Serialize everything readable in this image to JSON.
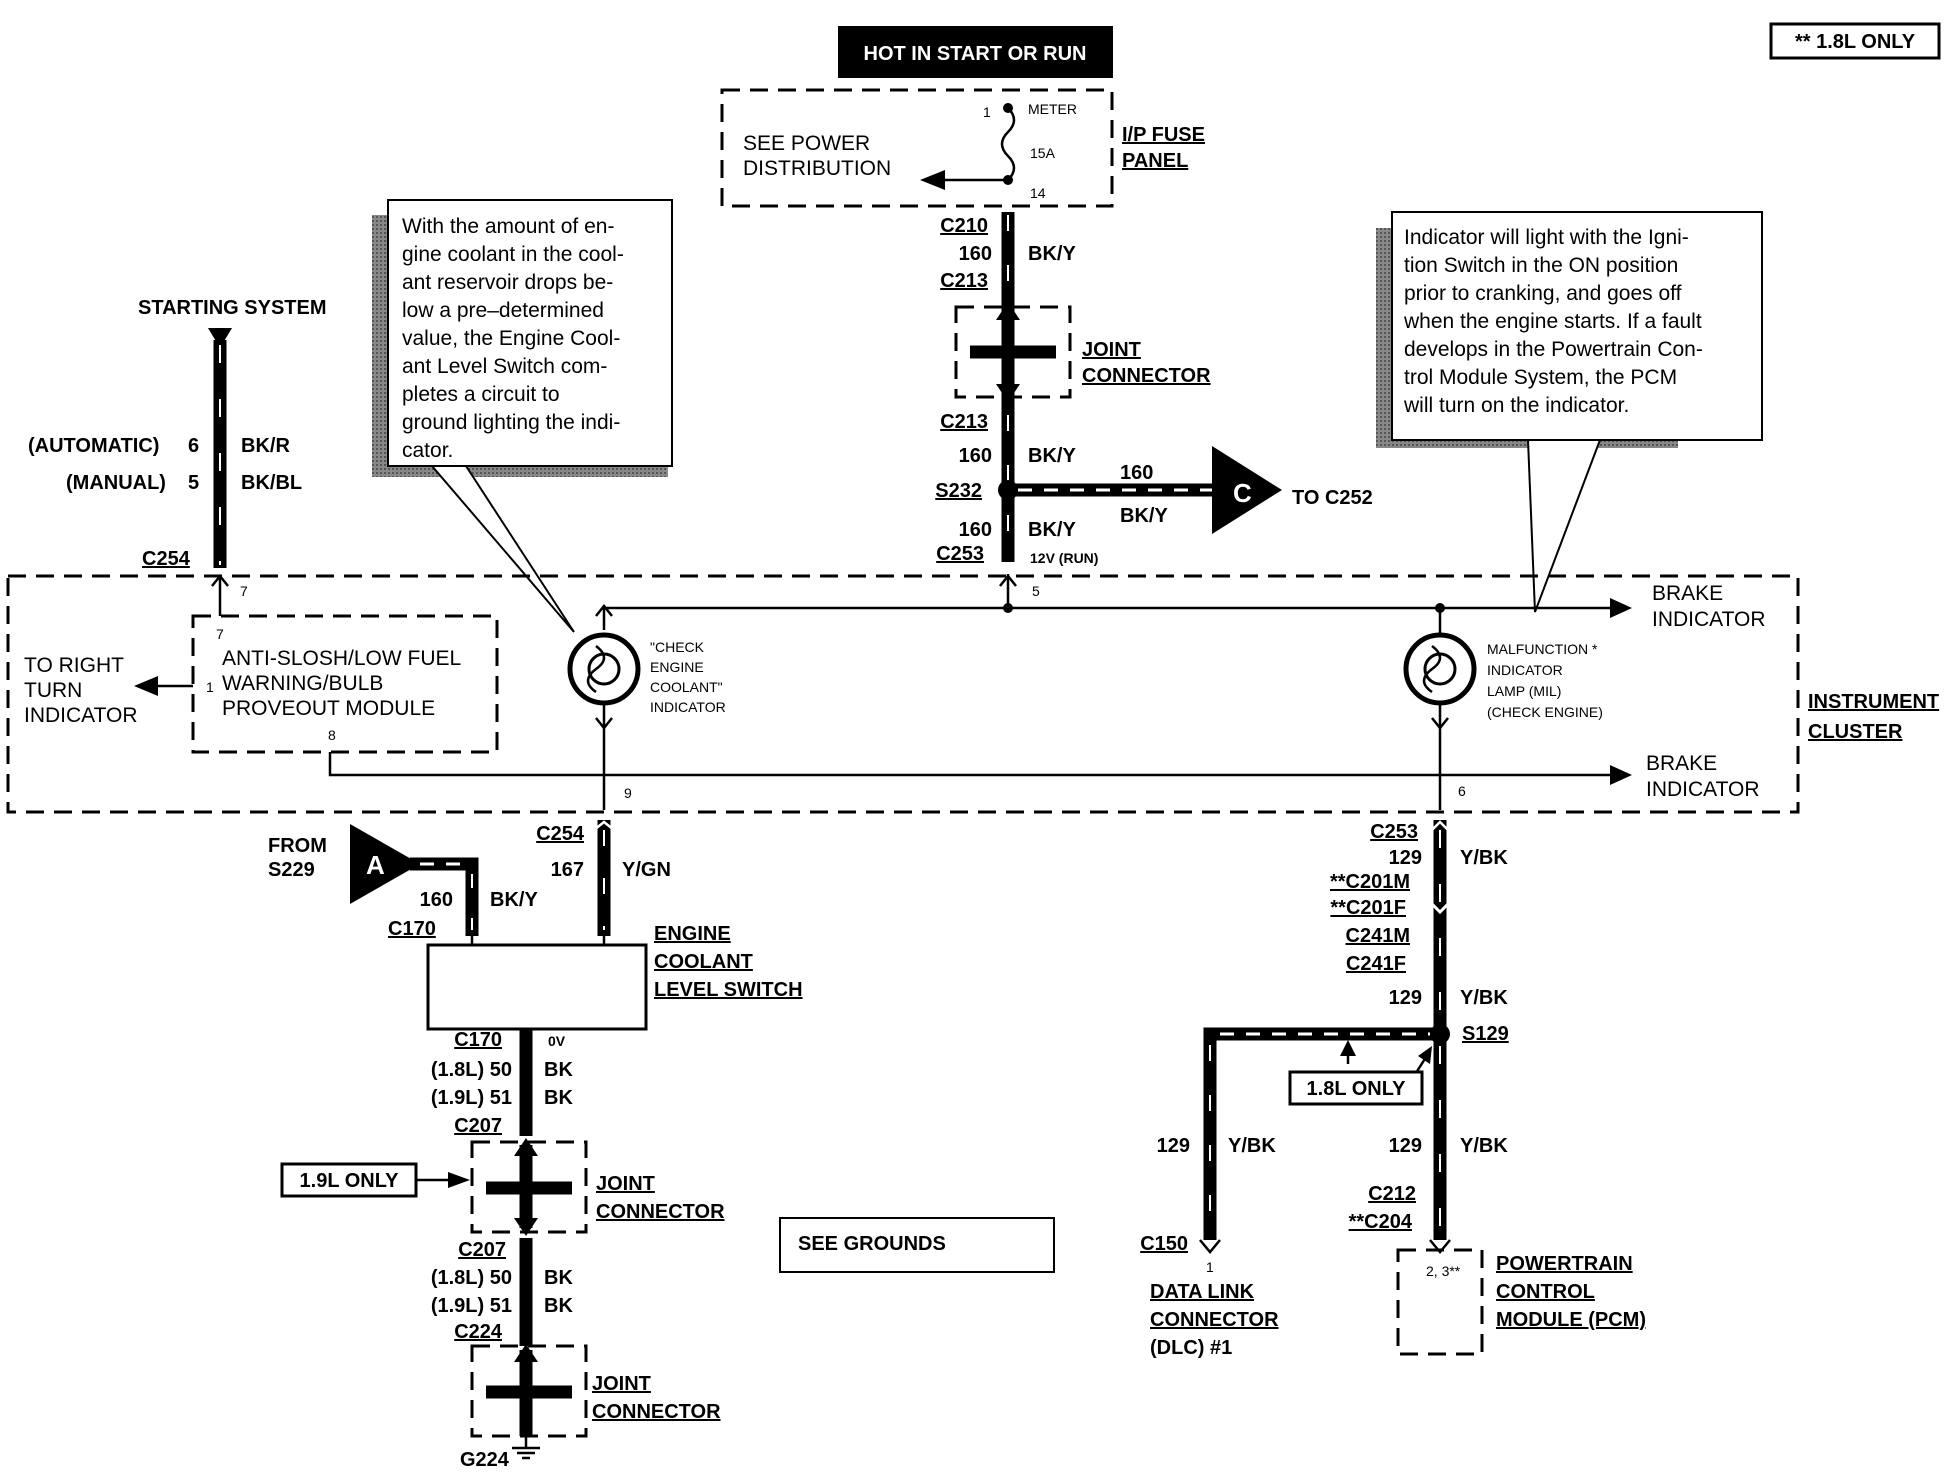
{
  "header": {
    "hot_label": "HOT IN START OR RUN",
    "note": "** 1.8L ONLY"
  },
  "fuse_panel": {
    "see_power": "SEE POWER",
    "distribution": "DISTRIBUTION",
    "meter": "METER",
    "amps": "15A",
    "pin_in": "1",
    "pin_out": "14",
    "title_1": "I/P FUSE",
    "title_2": "PANEL"
  },
  "center_column": {
    "c210": "C210",
    "c213a": "C213",
    "c213b": "C213",
    "w1_num": "160",
    "w1_color": "BK/Y",
    "w2_num": "160",
    "w2_color": "BK/Y",
    "w3_num": "160",
    "w3_color": "BK/Y",
    "s232": "S232",
    "c253": "C253",
    "v12": "12V (RUN)",
    "pin5": "5",
    "branch_num": "160",
    "branch_color": "BK/Y",
    "c_marker": "C",
    "to_c252": "TO C252",
    "joint_1": "JOINT",
    "joint_2": "CONNECTOR"
  },
  "notes": {
    "coolant_note": [
      "With the amount of en-",
      "gine coolant in the cool-",
      "ant reservoir drops be-",
      "low a pre–determined",
      "value, the Engine Cool-",
      "ant Level Switch com-",
      "pletes  a  circuit  to",
      "ground lighting the indi-",
      "cator."
    ],
    "mil_note": [
      "Indicator will light with the Igni-",
      "tion Switch in the ON position",
      "prior to cranking, and goes off",
      "when the engine starts. If a fault",
      "develops in the Powertrain Con-",
      "trol Module System, the PCM",
      "will turn on the indicator."
    ]
  },
  "starting": {
    "label": "STARTING SYSTEM",
    "automatic": "(AUTOMATIC)",
    "auto_pin": "6",
    "auto_color": "BK/R",
    "manual": "(MANUAL)",
    "man_pin": "5",
    "man_color": "BK/BL",
    "c254": "C254",
    "pin7a": "7",
    "pin7b": "7"
  },
  "cluster": {
    "title_1": "INSTRUMENT",
    "title_2": "CLUSTER",
    "module": [
      "ANTI-SLOSH/LOW FUEL",
      "WARNING/BULB",
      "PROVEOUT MODULE"
    ],
    "module_pin1": "1",
    "module_pin8": "8",
    "to_right": [
      "TO RIGHT",
      "TURN",
      "INDICATOR"
    ],
    "check_lamp": [
      "\"CHECK",
      "ENGINE",
      "COOLANT\"",
      "INDICATOR"
    ],
    "mil_lamp": [
      "MALFUNCTION *",
      "INDICATOR",
      "LAMP (MIL)",
      "(CHECK ENGINE)"
    ],
    "brake_top": [
      "BRAKE",
      "INDICATOR"
    ],
    "brake_bottom": [
      "BRAKE",
      "INDICATOR"
    ],
    "pin9": "9",
    "pin6": "6"
  },
  "left_lower": {
    "from": "FROM",
    "s229": "S229",
    "a_marker": "A",
    "c254": "C254",
    "w167": "167",
    "w167_color": "Y/GN",
    "w160": "160",
    "w160_color": "BK/Y",
    "c170_top": "C170",
    "switch": [
      "ENGINE",
      "COOLANT",
      "LEVEL SWITCH"
    ],
    "c170_bot": "C170",
    "ov": "0V",
    "l18a": "(1.8L) 50",
    "l18a_color": "BK",
    "l19a": "(1.9L) 51",
    "l19a_color": "BK",
    "c207_top": "C207",
    "only_19": "1.9L ONLY",
    "joint_1": "JOINT",
    "joint_2": "CONNECTOR",
    "c207_bot": "C207",
    "l18b": "(1.8L) 50",
    "l18b_color": "BK",
    "l19b": "(1.9L) 51",
    "l19b_color": "BK",
    "c224": "C224",
    "joint2_1": "JOINT",
    "joint2_2": "CONNECTOR",
    "g224": "G224",
    "see_grounds": "SEE GROUNDS"
  },
  "right_lower": {
    "c253": "C253",
    "w129a": "129",
    "w129a_color": "Y/BK",
    "c201m": "**C201M",
    "c201f": "**C201F",
    "c241m": "C241M",
    "c241f": "C241F",
    "w129b": "129",
    "w129b_color": "Y/BK",
    "s129": "S129",
    "only_18": "1.8L ONLY",
    "w129c": "129",
    "w129c_color": "Y/BK",
    "w129d": "129",
    "w129d_color": "Y/BK",
    "c150": "C150",
    "dlc_pin": "1",
    "dlc": [
      "DATA LINK",
      "CONNECTOR",
      "(DLC) #1"
    ],
    "c212": "C212",
    "c204": "**C204",
    "pcm_pins": "2, 3**",
    "pcm": [
      "POWERTRAIN",
      "CONTROL",
      "MODULE (PCM)"
    ]
  }
}
